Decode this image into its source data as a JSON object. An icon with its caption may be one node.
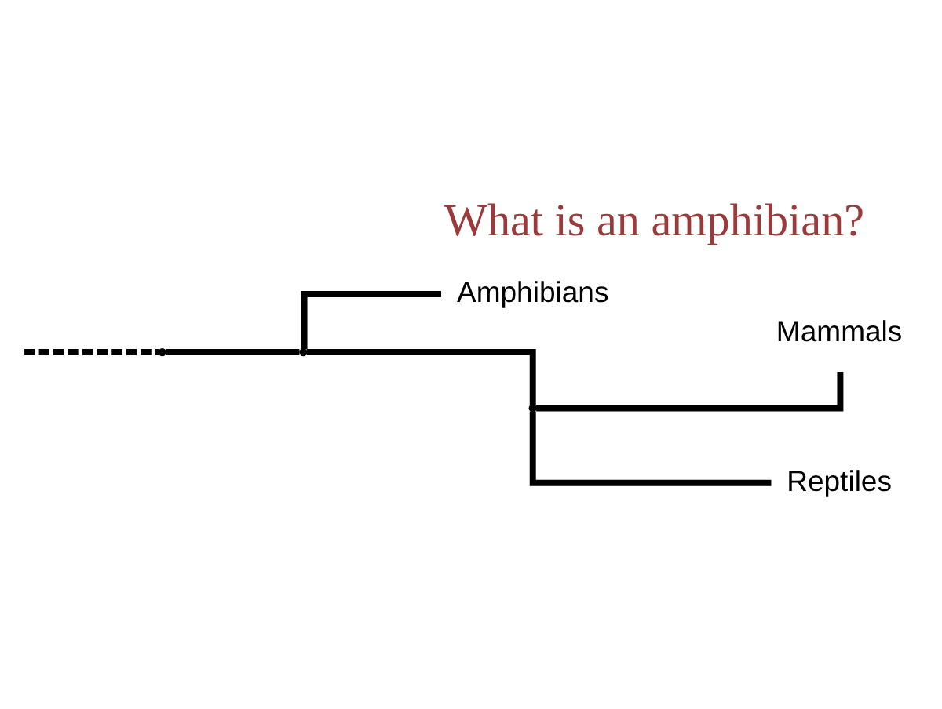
{
  "diagram": {
    "title": "What is an amphibian?",
    "nodes": [
      {
        "text": [],
        "shape": "point"
      },
      {
        "text": [],
        "shape": "point"
      },
      {
        "text": [
          "Amphibians"
        ]
      },
      {
        "text": [],
        "shape": "point"
      },
      {
        "text": [
          "Mammals"
        ]
      },
      {
        "text": [
          "Reptiles"
        ]
      }
    ],
    "edges": [
      {
        "from": null,
        "to": 0,
        "arrow": "none",
        "style": "dashed"
      },
      {
        "from": 0,
        "to": 1,
        "arrow": "none"
      },
      {
        "from": 1,
        "to": 2,
        "arrow": "none"
      },
      {
        "from": 1,
        "to": 3,
        "arrow": "none"
      },
      {
        "from": 3,
        "to": 4,
        "arrow": "none"
      },
      {
        "from": 3,
        "to": 5,
        "arrow": "none"
      }
    ]
  }
}
